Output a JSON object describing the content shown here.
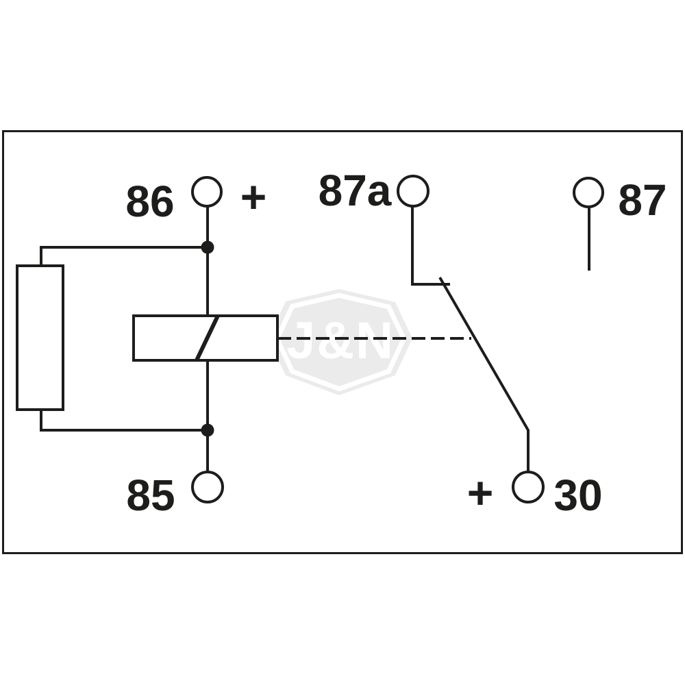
{
  "diagram": {
    "type": "relay-wiring-schematic",
    "colors": {
      "background": "#ffffff",
      "line": "#1d1d1b",
      "watermark_fill": "#ebebeb",
      "watermark_text": "#ffffff"
    },
    "watermark": {
      "text": "J&N"
    },
    "labels": {
      "t86": "86",
      "t87a": "87a",
      "t87": "87",
      "t85": "85",
      "t30": "30",
      "plus_86": "+",
      "plus_30": "+"
    }
  }
}
